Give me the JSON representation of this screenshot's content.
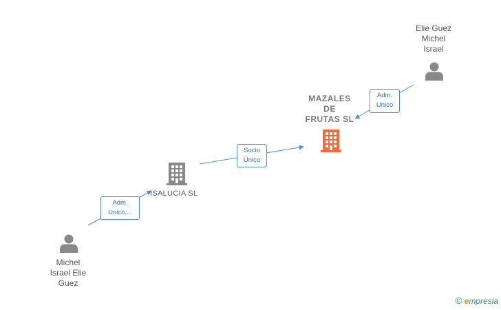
{
  "nodes": {
    "person_top": {
      "lines": [
        "Elie Guez",
        "Michel",
        "Israel"
      ]
    },
    "company_main": {
      "lines": [
        "MAZALES",
        "DE",
        "FRUTAS  SL"
      ]
    },
    "company_isalucia": {
      "label": "ISALUCIA SL"
    },
    "person_bottom": {
      "lines": [
        "Michel",
        "Israel Elie",
        "Guez"
      ]
    }
  },
  "edges": {
    "adm_unico_top": {
      "lines": [
        "Adm.",
        "Unico"
      ]
    },
    "socio_unico": {
      "lines": [
        "Socio",
        "Único"
      ]
    },
    "adm_unico_bottom": {
      "lines": [
        "Adm.",
        "Unico,..."
      ]
    }
  },
  "colors": {
    "edge": "#4a8fd4",
    "main_company": "#f26b3a",
    "company": "#888888",
    "person": "#888888"
  },
  "icons": {
    "person": "person-icon",
    "company": "building-icon"
  },
  "watermark": {
    "symbol": "©",
    "brand_first": "e",
    "brand_rest": "mpresia"
  }
}
